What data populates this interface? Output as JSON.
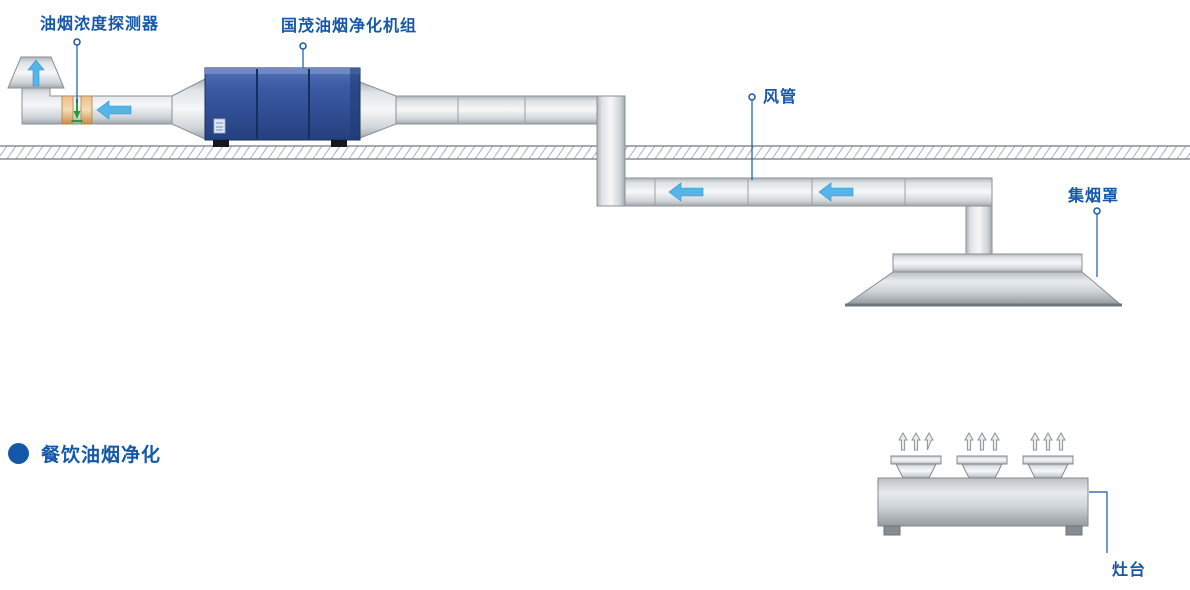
{
  "title": {
    "text": "餐饮油烟净化"
  },
  "labels": {
    "detector": "油烟浓度探测器",
    "purifier": "国茂油烟净化机组",
    "duct": "风管",
    "hood": "集烟罩",
    "stove": "灶台"
  },
  "colors": {
    "label_blue": "#1558a8",
    "arrow_cyan": "#55b5e8",
    "machine_blue": "#33539e",
    "duct_gray": "#d7dbde",
    "detector_green": "#1fa03a",
    "flange_orange": "#d99a55"
  }
}
